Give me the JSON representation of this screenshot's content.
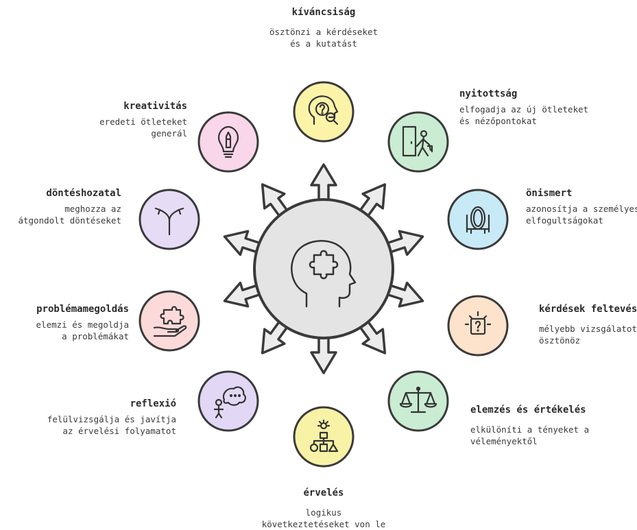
{
  "hub": {
    "icon": "head-puzzle-icon"
  },
  "nodes": [
    {
      "id": "kivancsisag",
      "title": "kíváncsiság",
      "desc": [
        "ösztönzi a kérdéseket",
        "és a kutatást"
      ],
      "color": "#fbf3a8",
      "icon": "head-question-magnifier-icon"
    },
    {
      "id": "nyitottsag",
      "title": "nyitottság",
      "desc": [
        "elfogadja az új ötleteket",
        "és nézőpontokat"
      ],
      "color": "#c9ecd2",
      "icon": "person-open-door-icon"
    },
    {
      "id": "onismert",
      "title": "önismert",
      "desc": [
        "azonosítja a személyes",
        "elfogultságokat"
      ],
      "color": "#c8e9f6",
      "icon": "mirror-icon"
    },
    {
      "id": "kerdesek",
      "title": "kérdések feltevése",
      "desc": [
        "mélyebb vizsgálatot",
        "ösztönöz"
      ],
      "color": "#fde2cc",
      "icon": "question-box-icon"
    },
    {
      "id": "elemzes",
      "title": "elemzés és értékelés",
      "desc": [
        "elkülöníti a tényeket a",
        "véleményektől"
      ],
      "color": "#c9ecd2",
      "icon": "balance-scale-icon"
    },
    {
      "id": "erveles",
      "title": "érvelés",
      "desc": [
        "logikus",
        "következtetéseket von le"
      ],
      "color": "#f8f2a6",
      "icon": "logic-shapes-icon"
    },
    {
      "id": "reflexio",
      "title": "reflexió",
      "desc": [
        "felülvizsgálja és javítja",
        "az érvelési folyamatot"
      ],
      "color": "#e2d8f6",
      "icon": "person-thinking-icon"
    },
    {
      "id": "problemamegoldas",
      "title": "problémamegoldás",
      "desc": [
        "elemzi és megoldja",
        "a problémákat"
      ],
      "color": "#fcdada",
      "icon": "hand-puzzle-icon"
    },
    {
      "id": "donteshozatal",
      "title": "döntéshozatal",
      "desc": [
        "meghozza az",
        "átgondolt döntéseket"
      ],
      "color": "#e6dcf6",
      "icon": "split-arrow-icon"
    },
    {
      "id": "kreativitas",
      "title": "kreativitás",
      "desc": [
        "eredeti ötleteket",
        "generál"
      ],
      "color": "#f9d6ea",
      "icon": "lightbulb-pen-icon"
    }
  ]
}
